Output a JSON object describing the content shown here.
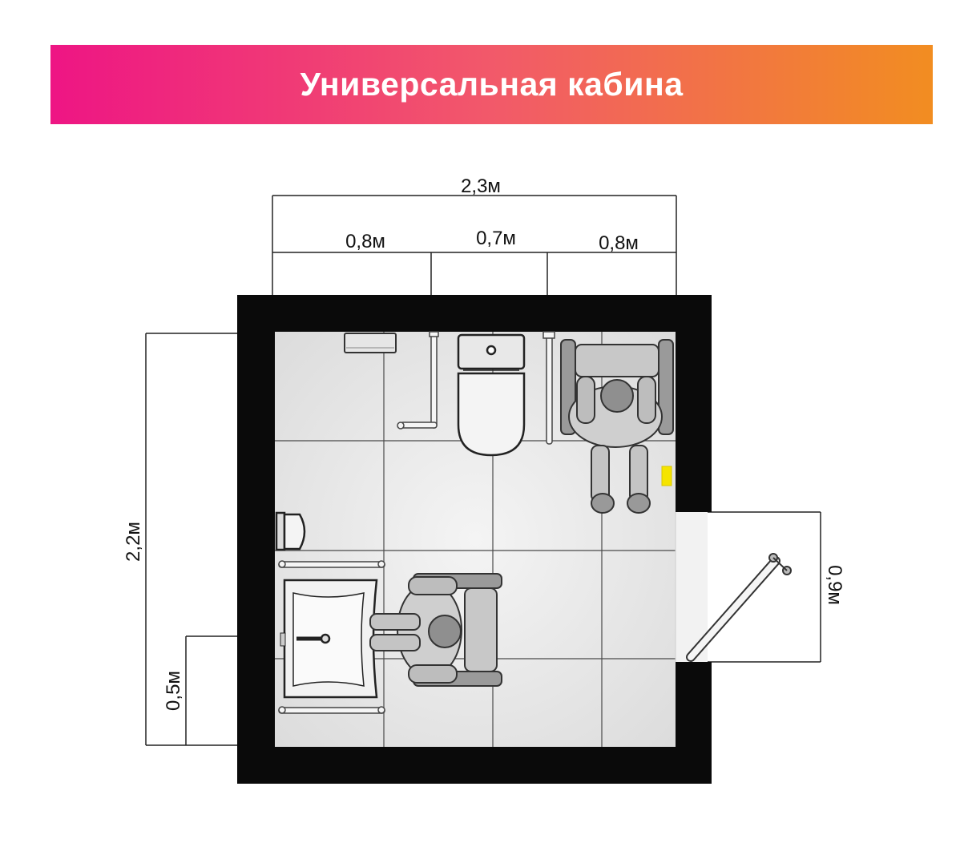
{
  "title": "Универсальная кабина",
  "dimensions": {
    "total_width": "2,3м",
    "segment_left": "0,8м",
    "segment_middle": "0,7м",
    "segment_right": "0,8м",
    "total_depth": "2,2м",
    "sink_depth": "0,5м",
    "door_width": "0,9м"
  },
  "colors": {
    "banner_start": "#ee1584",
    "banner_end": "#f28d21",
    "wall": "#0a0a0a",
    "floor": "#ececec",
    "door_button": "#f5e400"
  }
}
